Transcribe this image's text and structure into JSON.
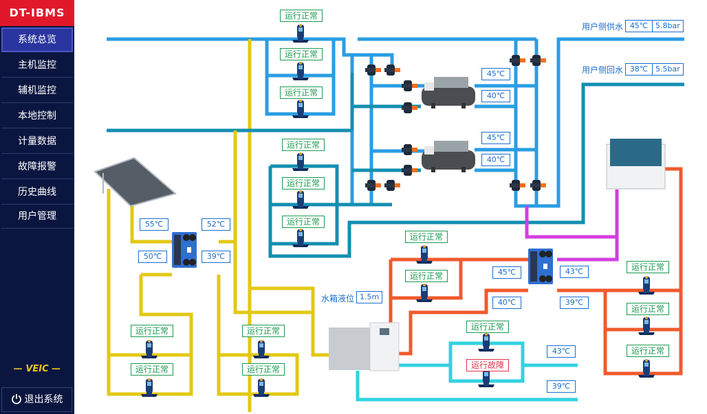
{
  "app": {
    "logo": "DT-IBMS",
    "brand": "VEIC"
  },
  "sidebar": {
    "items": [
      {
        "label": "系统总览",
        "active": true
      },
      {
        "label": "主机监控"
      },
      {
        "label": "辅机监控"
      },
      {
        "label": "本地控制"
      },
      {
        "label": "计量数据"
      },
      {
        "label": "故障报警"
      },
      {
        "label": "历史曲线"
      },
      {
        "label": "用户管理"
      }
    ],
    "logout_label": "退出系统",
    "logout_icon": "power-icon"
  },
  "colors": {
    "sidebar_bg": "#0b1640",
    "logo_bg": "#e1182a",
    "active_item": "#2a35a0",
    "pipe_supply": "#2a9de3",
    "pipe_return": "#138fb0",
    "pipe_solar": "#e2c814",
    "pipe_hot": "#f05a2c",
    "pipe_heatpump": "#d43ee0",
    "pipe_cyan": "#33d2e0",
    "status_ok": "#1e9a50",
    "status_fault": "#e0344a",
    "value_blue": "#1b6fd0"
  },
  "user_side": {
    "supply": {
      "label": "用户侧供水",
      "temp": "45℃",
      "pressure": "5.8bar"
    },
    "return": {
      "label": "用户侧回水",
      "temp": "38℃",
      "pressure": "5.5bar"
    }
  },
  "water_tank": {
    "label": "水箱液位",
    "level": "1.5m"
  },
  "chillers": [
    {
      "out_temp": "45℃",
      "in_temp": "40℃"
    },
    {
      "out_temp": "45℃",
      "in_temp": "40℃"
    }
  ],
  "solar_hx": {
    "t1": "55℃",
    "t2": "52℃",
    "t3": "50℃",
    "t4": "39℃"
  },
  "heatpump_hx": {
    "t1": "45℃",
    "t2": "43℃",
    "t3": "40℃",
    "t4": "39℃"
  },
  "cyan_loop": {
    "t_upper": "43℃",
    "t_lower": "39℃"
  },
  "pumps": {
    "top_group": [
      "运行正常",
      "运行正常",
      "运行正常"
    ],
    "mid_group": [
      "运行正常",
      "运行正常",
      "运行正常"
    ],
    "solar_left": [
      "运行正常",
      "运行正常"
    ],
    "solar_right": [
      "运行正常",
      "运行正常"
    ],
    "hot_group": [
      "运行正常",
      "运行正常"
    ],
    "heatpump_group": [
      "运行正常",
      "运行正常",
      "运行正常"
    ],
    "cyan_group": [
      "运行正常",
      "运行故障"
    ]
  }
}
